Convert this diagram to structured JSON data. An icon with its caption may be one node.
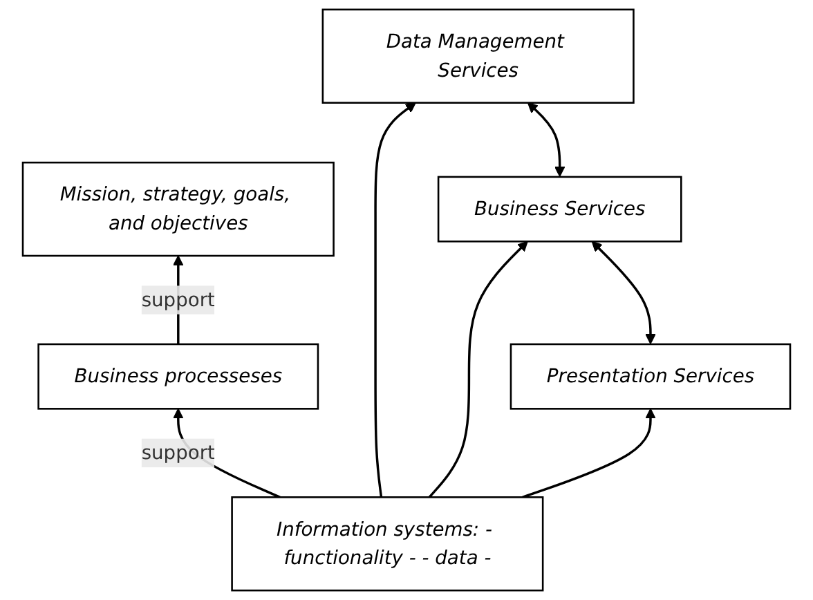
{
  "diagram": {
    "nodes": [
      {
        "text": [
          "Mission, strategy, goals, and objectives"
        ]
      },
      {
        "text": [
          "Business processeses"
        ]
      },
      {
        "text": [
          "Information systems: - functionality - - data -"
        ]
      },
      {
        "text": [
          "Presentation Services"
        ]
      },
      {
        "text": [
          "Business Services"
        ]
      },
      {
        "text": [
          "Data Management Services"
        ]
      }
    ],
    "edges": [
      {
        "from": 1,
        "to": 0,
        "arrow": "to",
        "label": "support"
      },
      {
        "from": 2,
        "to": 1,
        "arrow": "to",
        "label": "support"
      },
      {
        "from": 2,
        "to": 3,
        "arrow": "to"
      },
      {
        "from": 2,
        "to": 4,
        "arrow": "to"
      },
      {
        "from": 2,
        "to": 5,
        "arrow": "to"
      },
      {
        "from": 3,
        "to": 4,
        "arrow": "both"
      },
      {
        "from": 4,
        "to": 5,
        "arrow": "both"
      }
    ]
  }
}
